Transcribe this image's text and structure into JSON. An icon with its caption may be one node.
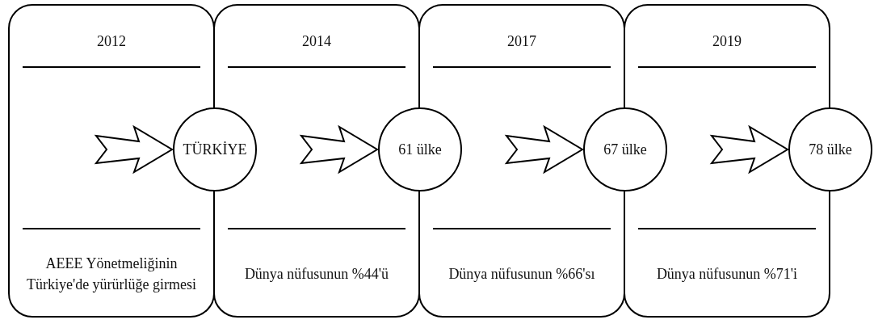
{
  "diagram": {
    "nodes": [
      {
        "text": [
          "2012",
          "AEEE Yönetmeliğinin Türkiye'de yürürlüğe girmesi"
        ]
      },
      {
        "text": [
          "2014",
          "Dünya nüfusunun %44'ü"
        ]
      },
      {
        "text": [
          "2017",
          "Dünya nüfusunun %66'sı"
        ]
      },
      {
        "text": [
          "2019",
          "Dünya nüfusunun %71'i"
        ]
      },
      {
        "text": [
          "TÜRKİYE"
        ]
      },
      {
        "text": [
          "61 ülke"
        ]
      },
      {
        "text": [
          "67 ülke"
        ]
      },
      {
        "text": [
          "78 ülke"
        ]
      }
    ],
    "edges": [
      {
        "from": null,
        "to": 4,
        "arrow": "to"
      },
      {
        "from": null,
        "to": 5,
        "arrow": "to"
      },
      {
        "from": null,
        "to": 6,
        "arrow": "to"
      },
      {
        "from": null,
        "to": 7,
        "arrow": "to"
      }
    ]
  }
}
